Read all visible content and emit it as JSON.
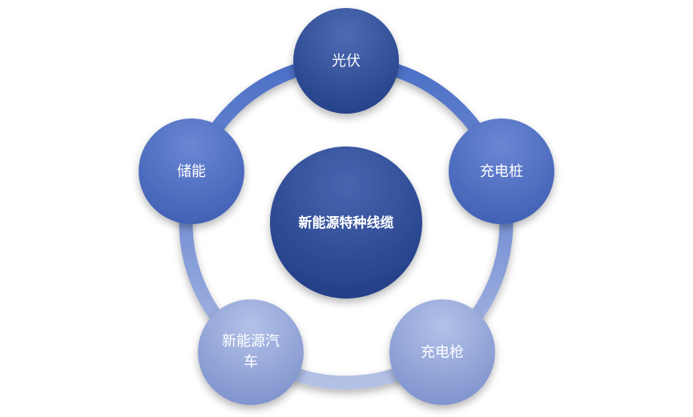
{
  "diagram": {
    "type": "radial-cycle",
    "center": {
      "label": "新能源特种线缆"
    },
    "nodes": [
      {
        "label": "光伏"
      },
      {
        "label": "充电桩"
      },
      {
        "label": "充电枪"
      },
      {
        "label": "新能源汽\n车"
      },
      {
        "label": "储能"
      }
    ],
    "colors": {
      "dark_blue": "#2f4f95",
      "mid_blue": "#4a6bc0",
      "light_blue": "#8fa2d6",
      "ring_dark": "#3e62b8",
      "ring_light": "#aab8e0",
      "text": "#ffffff"
    }
  }
}
